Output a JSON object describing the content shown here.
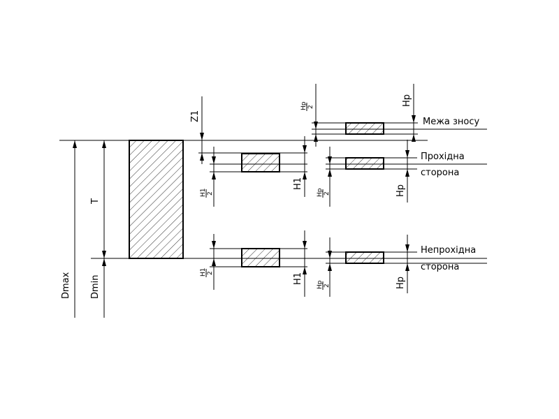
{
  "labels": {
    "z1": "Z1",
    "t": "T",
    "dmax": "Dmax",
    "dmin": "Dmin",
    "h1": "H1",
    "hp": "Hp",
    "h1_num": "H1",
    "h1_den": "2",
    "hp_num": "Hp",
    "hp_den": "2",
    "wear_limit": "Межа зносу",
    "go_side_1": "Прохідна",
    "go_side_2": "сторона",
    "nogo_side_1": "Непрохідна",
    "nogo_side_2": "сторона"
  }
}
